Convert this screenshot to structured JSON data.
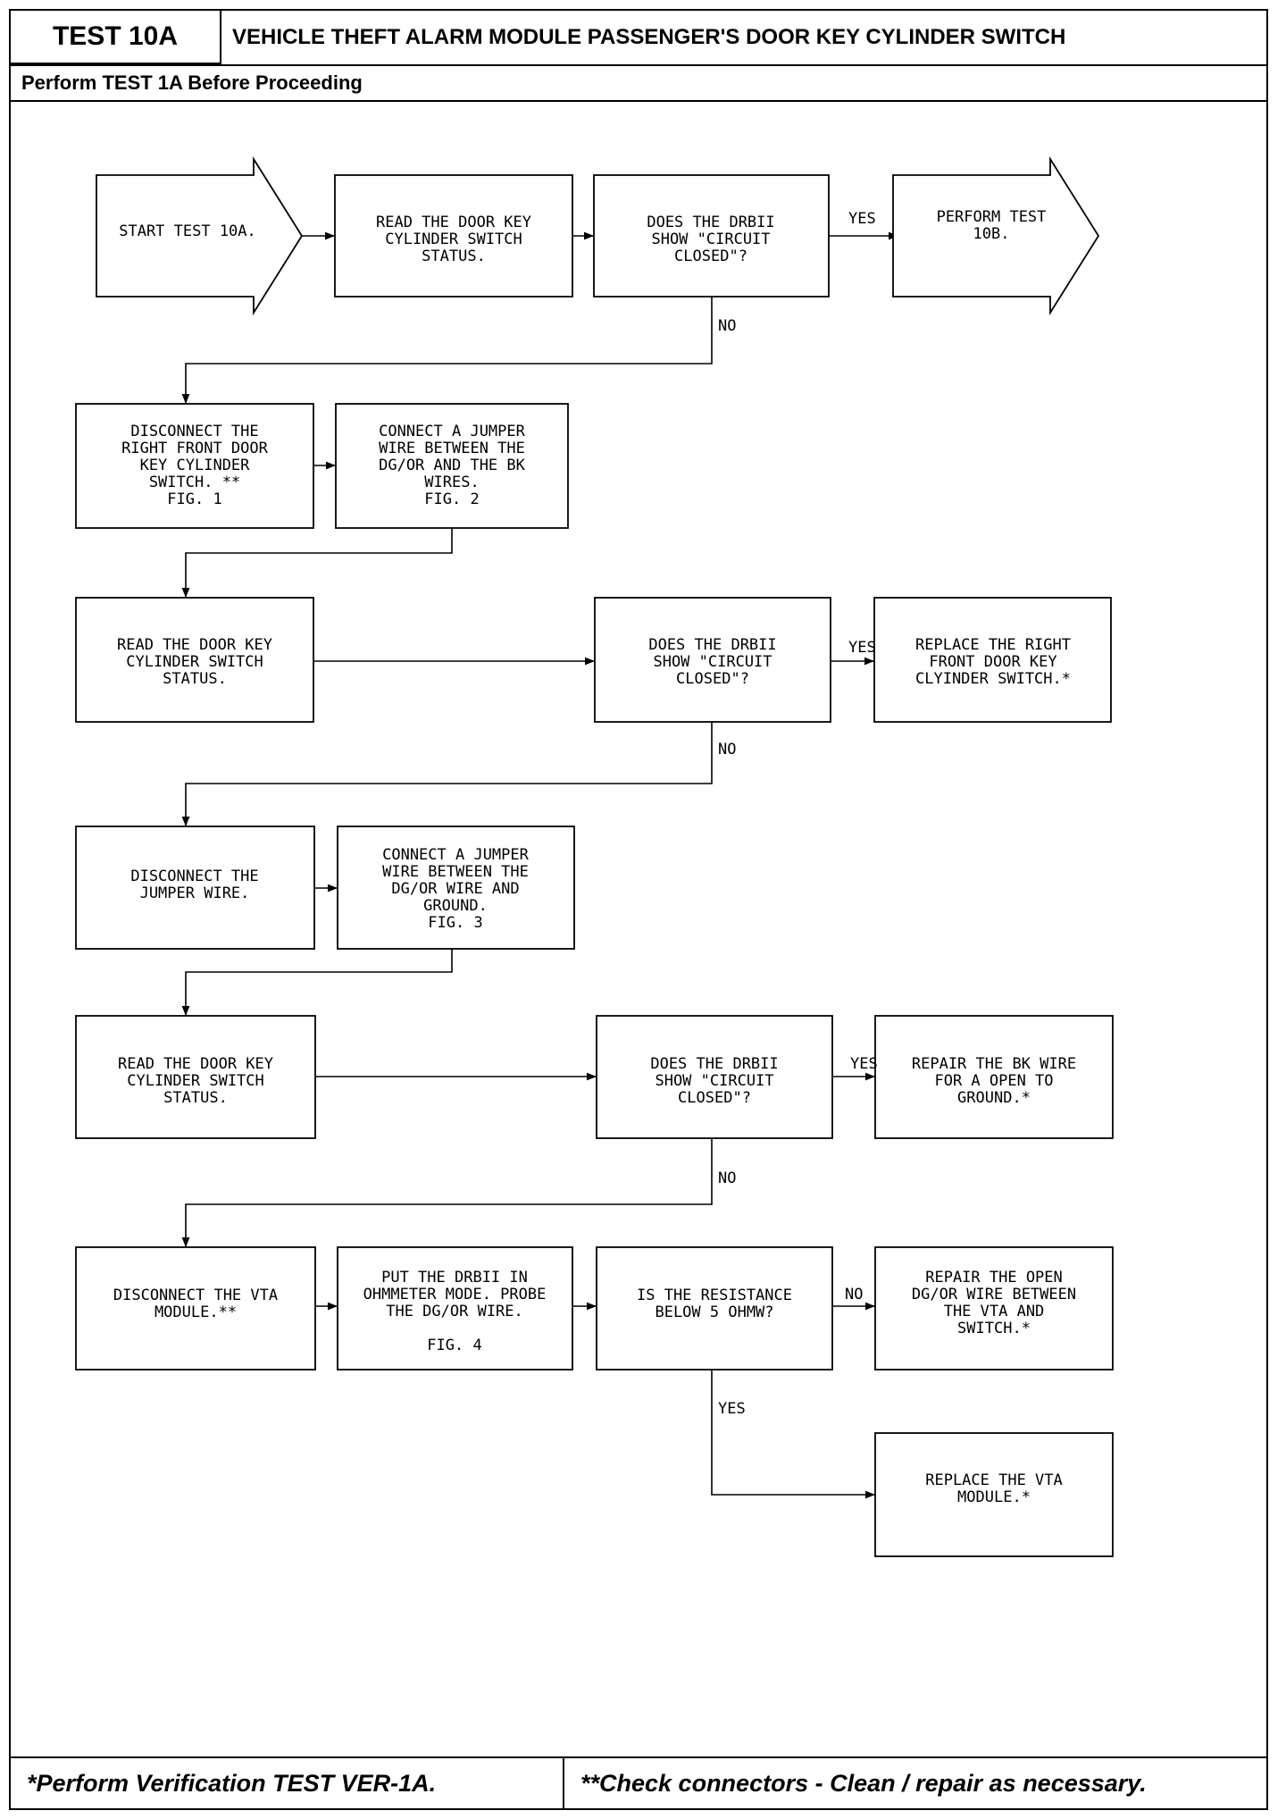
{
  "header": {
    "test_id": "TEST 10A",
    "title": "VEHICLE THEFT ALARM MODULE PASSENGER'S DOOR KEY CYLINDER SWITCH",
    "subtitle": "Perform TEST 1A Before Proceeding"
  },
  "footer": {
    "left": "*Perform Verification TEST VER-1A.",
    "right": "**Check connectors - Clean / repair as necessary."
  },
  "flowchart": {
    "start": [
      "START TEST 10A."
    ],
    "read_status_1": [
      "READ THE DOOR KEY",
      "CYLINDER SWITCH",
      "STATUS."
    ],
    "decision_1": [
      "DOES THE DRBII",
      "SHOW \"CIRCUIT",
      "CLOSED\"?"
    ],
    "perform_10b": [
      "PERFORM TEST",
      "10B."
    ],
    "disconnect_switch": [
      "DISCONNECT THE",
      "RIGHT FRONT DOOR",
      "KEY CYLINDER",
      "SWITCH. **",
      "FIG. 1"
    ],
    "connect_jumper_bk": [
      "CONNECT A JUMPER",
      "WIRE BETWEEN THE",
      "DG/OR AND THE BK",
      "WIRES.",
      "FIG. 2"
    ],
    "read_status_2": [
      "READ THE DOOR KEY",
      "CYLINDER SWITCH",
      "STATUS."
    ],
    "decision_2": [
      "DOES THE DRBII",
      "SHOW \"CIRCUIT",
      "CLOSED\"?"
    ],
    "replace_switch": [
      "REPLACE THE RIGHT",
      "FRONT DOOR KEY",
      "CLYINDER SWITCH.*"
    ],
    "disconnect_jumper": [
      "DISCONNECT THE",
      "JUMPER WIRE."
    ],
    "connect_jumper_ground": [
      "CONNECT A JUMPER",
      "WIRE BETWEEN THE",
      "DG/OR WIRE AND",
      "GROUND.",
      "FIG. 3"
    ],
    "read_status_3": [
      "READ THE DOOR KEY",
      "CYLINDER SWITCH",
      "STATUS."
    ],
    "decision_3": [
      "DOES THE DRBII",
      "SHOW \"CIRCUIT",
      "CLOSED\"?"
    ],
    "repair_bk": [
      "REPAIR THE BK WIRE",
      "FOR A OPEN TO",
      "GROUND.*"
    ],
    "disconnect_vta": [
      "DISCONNECT THE VTA",
      "MODULE.**"
    ],
    "ohmmeter": [
      "PUT THE DRBII IN",
      "OHMMETER MODE. PROBE",
      "THE DG/OR WIRE.",
      "",
      "FIG. 4"
    ],
    "decision_4": [
      "IS THE RESISTANCE",
      "BELOW 5 OHMW?"
    ],
    "repair_open": [
      "REPAIR THE OPEN",
      "DG/OR WIRE BETWEEN",
      "THE VTA AND",
      "SWITCH.*"
    ],
    "replace_vta": [
      "REPLACE THE VTA",
      "MODULE.*"
    ],
    "labels": {
      "yes_1": "YES",
      "no_1": "NO",
      "yes_2": "YES",
      "no_2": "NO",
      "yes_3": "YES",
      "no_3": "NO",
      "no_4": "NO",
      "yes_4": "YES"
    }
  }
}
